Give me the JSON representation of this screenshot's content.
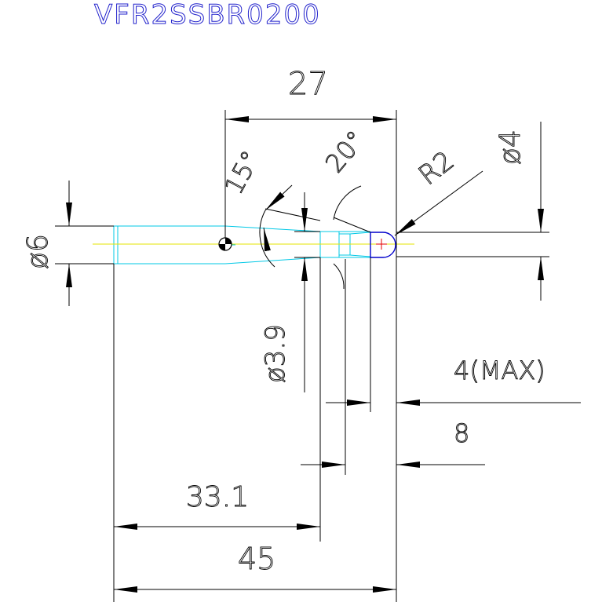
{
  "title": "VFR2SSBR0200",
  "dimensions": {
    "overall_length": "45",
    "flute_length": "33.1",
    "shank_to_tip": "27",
    "shank_diameter": "ø6",
    "tip_diameter": "ø4",
    "neck_diameter": "ø3.9",
    "radius": "R2",
    "neck_angle": "15°",
    "tip_angle": "20°",
    "edge_length": "4(MAX)",
    "neck_length": "8"
  },
  "colors": {
    "title": "#2222cc",
    "dimension_lines": "#000000",
    "tool_outline": "#00c8e6",
    "centerline": "#e6e600",
    "tip_outline": "#0000cc",
    "tip_center": "#e60000"
  }
}
